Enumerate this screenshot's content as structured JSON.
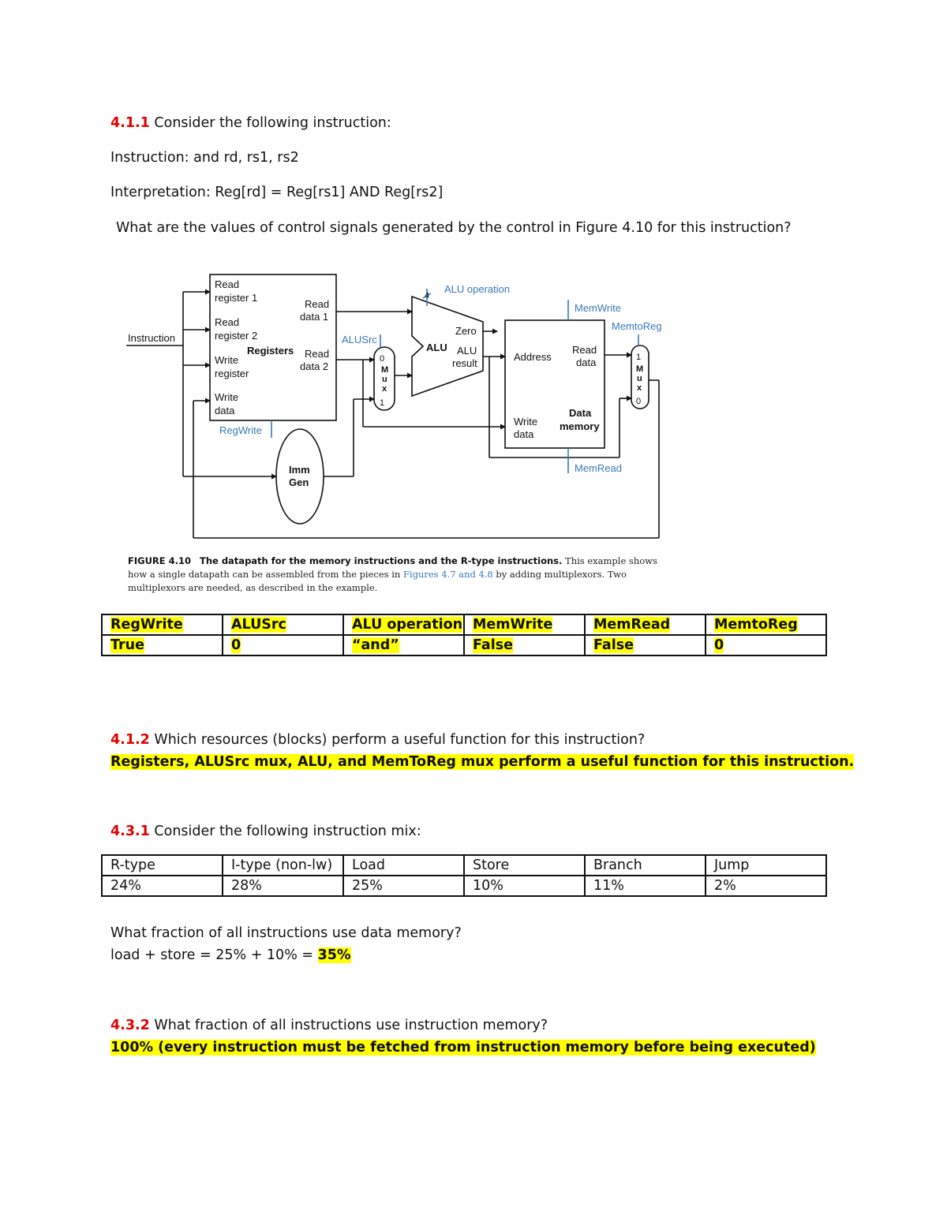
{
  "q411": {
    "number": "4.1.1",
    "prompt": " Consider the following instruction:",
    "instruction": "Instruction: and rd, rs1, rs2",
    "interpretation": "Interpretation: Reg[rd] = Reg[rs1] AND Reg[rs2]",
    "question": "What are the values of control signals generated by the control in Figure 4.10 for this instruction?"
  },
  "figure": {
    "labels": {
      "instruction": "Instruction",
      "read_register_1_a": "Read",
      "read_register_1_b": "register 1",
      "read_register_2_a": "Read",
      "read_register_2_b": "register 2",
      "write_register_a": "Write",
      "write_register_b": "register",
      "write_data_a": "Write",
      "write_data_b": "data",
      "registers": "Registers",
      "read_data_1_a": "Read",
      "read_data_1_b": "data 1",
      "read_data_2_a": "Read",
      "read_data_2_b": "data 2",
      "regwrite": "RegWrite",
      "imm_gen_a": "Imm",
      "imm_gen_b": "Gen",
      "alusrc": "ALUSrc",
      "mux1_top": "0",
      "mux1_bottom": "1",
      "mux_m": "M",
      "mux_u": "u",
      "mux_x": "x",
      "alu_op_bits": "4",
      "alu_operation": "ALU operation",
      "alu": "ALU",
      "zero": "Zero",
      "alu_result_a": "ALU",
      "alu_result_b": "result",
      "memwrite": "MemWrite",
      "memtoreg": "MemtoReg",
      "address": "Address",
      "dm_read_a": "Read",
      "dm_read_b": "data",
      "dm_write_a": "Write",
      "dm_write_b": "data",
      "data_memory_a": "Data",
      "data_memory_b": "memory",
      "memread": "MemRead",
      "mux2_top": "1",
      "mux2_bottom": "0"
    },
    "caption": {
      "label": "FIGURE 4.10",
      "title": "The datapath for the memory instructions and the R-type instructions.",
      "text1": " This example shows how a single datapath can be assembled from the pieces in ",
      "link": "Figures 4.7 and 4.8",
      "text2": " by adding multiplexors. Two multiplexors are needed, as described in the example."
    }
  },
  "control_table": {
    "headers": [
      "RegWrite",
      "ALUSrc",
      "ALU operation",
      "MemWrite",
      "MemRead",
      "MemtoReg"
    ],
    "values": [
      "True",
      "0",
      "“and”",
      "False",
      "False",
      "0"
    ]
  },
  "q412": {
    "number": "4.1.2",
    "prompt": " Which resources (blocks) perform a useful function for this instruction?",
    "answer": "Registers, ALUSrc mux, ALU, and MemToReg mux perform a useful function for this instruction."
  },
  "q431": {
    "number": "4.3.1",
    "prompt": " Consider the following instruction mix:",
    "question": "What fraction of all instructions use data memory?",
    "answer_prefix": "load + store = 25% + 10% = ",
    "answer_value": "35%"
  },
  "mix_table": {
    "headers": [
      "R-type",
      "I-type (non-lw)",
      "Load",
      "Store",
      "Branch",
      "Jump"
    ],
    "values": [
      "24%",
      "28%",
      "25%",
      "10%",
      "11%",
      "2%"
    ]
  },
  "q432": {
    "number": "4.3.2",
    "prompt": " What fraction of all instructions use instruction memory?",
    "answer": "100% (every instruction must be fetched from instruction memory before being executed)"
  },
  "colors": {
    "highlight": "#ffff00",
    "number": "#e00000",
    "signal": "#3a78b7"
  }
}
